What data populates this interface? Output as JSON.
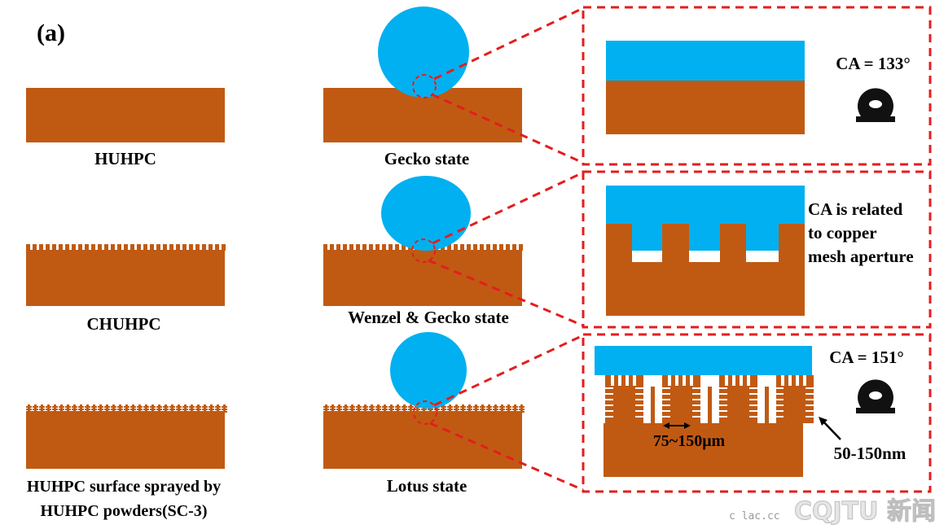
{
  "panel_label": "(a)",
  "colors": {
    "substrate": "#c05a13",
    "water": "#00b0f0",
    "dashed_outline": "#e31e1e",
    "drop_icon": "#111111"
  },
  "column1": {
    "labels": [
      "HUHPC",
      "CHUHPC"
    ],
    "label3_line1": "HUHPC surface sprayed by",
    "label3_line2": "HUHPC powders(SC-3)"
  },
  "column2": {
    "labels": [
      "Gecko state",
      "Wenzel & Gecko state",
      "Lotus state"
    ]
  },
  "detail1": {
    "ca": "CA = 133°",
    "icon": "water-drop-contact-angle-icon"
  },
  "detail2": {
    "lines": [
      "CA is related",
      "to copper",
      "mesh aperture"
    ]
  },
  "detail3": {
    "ca": "CA = 151°",
    "micro_scale": "75~150μm",
    "nano_scale": "50-150nm",
    "icon": "water-drop-contact-angle-icon"
  },
  "watermark": {
    "text": "CQJTU 新闻",
    "sub": "c lac.cc"
  }
}
